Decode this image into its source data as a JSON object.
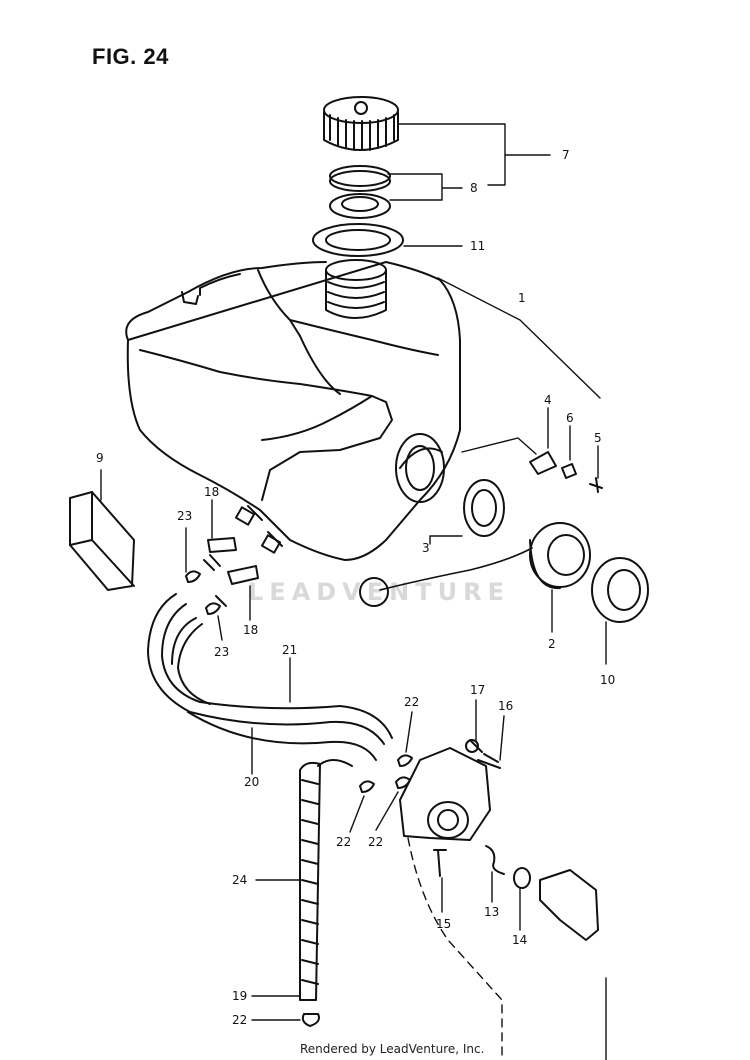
{
  "figure": {
    "title": "FIG. 24"
  },
  "watermark": {
    "text": "LEADVENTURE"
  },
  "footer": {
    "text": "Rendered by LeadVenture, Inc."
  },
  "callouts": {
    "c7": "7",
    "c8": "8",
    "c11": "11",
    "c1": "1",
    "c4": "4",
    "c6": "6",
    "c5": "5",
    "c9": "9",
    "c18a": "18",
    "c23a": "23",
    "c3": "3",
    "c2": "2",
    "c10": "10",
    "c18b": "18",
    "c23b": "23",
    "c21": "21",
    "c20": "20",
    "c22a": "22",
    "c17": "17",
    "c16": "16",
    "c22b": "22",
    "c22c": "22",
    "c24": "24",
    "c15": "15",
    "c13": "13",
    "c14": "14",
    "c19": "19",
    "c22d": "22"
  }
}
